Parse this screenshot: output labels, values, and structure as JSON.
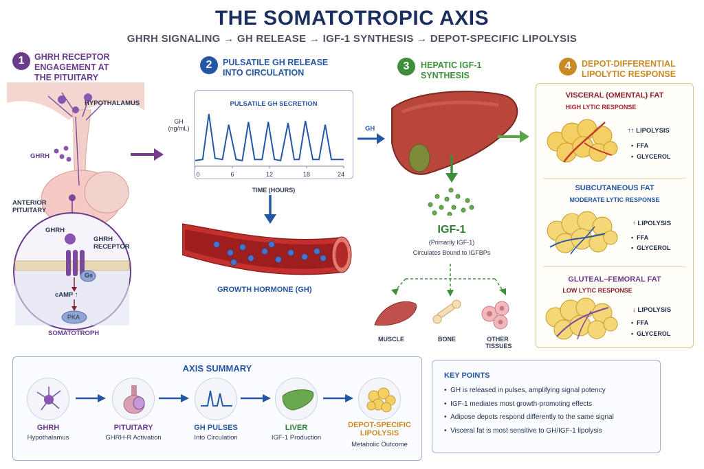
{
  "header": {
    "title": "THE SOMATOTROPIC AXIS",
    "subtitle": "GHRH SIGNALING → GH RELEASE → IGF-1 SYNTHESIS → DEPOT-SPECIFIC LIPOLYSIS"
  },
  "steps": [
    {
      "num": "1",
      "title_l1": "GHRH RECEPTOR",
      "title_l2": "ENGAGEMENT AT",
      "title_l3": "THE PITUITARY",
      "color": "#6a3a8c"
    },
    {
      "num": "2",
      "title_l1": "PULSATILE GH RELEASE",
      "title_l2": "INTO CIRCULATION",
      "color": "#2456a6"
    },
    {
      "num": "3",
      "title_l1": "HEPATIC IGF-1",
      "title_l2": "SYNTHESIS",
      "color": "#3f8f3a"
    },
    {
      "num": "4",
      "title_l1": "DEPOT-DIFFERENTIAL",
      "title_l2": "LIPOLYTIC RESPONSE",
      "color": "#c98a25"
    }
  ],
  "pituitary": {
    "hypothalamus": "HYPOTHALAMUS",
    "ghrh": "GHRH",
    "anterior_l1": "ANTERIOR",
    "anterior_l2": "PITUITARY",
    "inset_ghrh": "GHRH",
    "receptor_l1": "GHRH",
    "receptor_l2": "RECEPTOR",
    "gs": "Gs",
    "camp": "cAMP ↑",
    "pka": "PKA",
    "somatotroph": "SOMATOTROPH"
  },
  "gh_chart": {
    "title": "PULSATILE GH SECRETION",
    "ylabel_l1": "GH",
    "ylabel_l2": "(ng/mL)",
    "xlabel": "TIME (HOURS)",
    "xticks": [
      "0",
      "6",
      "12",
      "18",
      "24"
    ]
  },
  "chart_data": {
    "type": "line",
    "title": "PULSATILE GH SECRETION",
    "xlabel": "TIME (HOURS)",
    "ylabel": "GH (ng/mL)",
    "xlim": [
      0,
      24
    ],
    "xticks": [
      0,
      6,
      12,
      18,
      24
    ],
    "ylim": [
      0,
      1
    ],
    "grid": false,
    "series": [
      {
        "x": [
          0,
          1.2,
          2.2,
          3.2,
          4.4,
          5.4,
          6.6,
          7.6,
          8.6,
          9.6,
          10.8,
          11.8,
          12.8,
          13.8,
          15.0,
          16.0,
          16.8,
          17.8,
          19.0,
          20.0,
          21.0,
          22.0,
          23.0,
          24.0
        ],
        "values": [
          0.08,
          0.1,
          0.95,
          0.12,
          0.1,
          0.75,
          0.1,
          0.08,
          0.8,
          0.1,
          0.1,
          0.8,
          0.1,
          0.08,
          0.78,
          0.1,
          0.1,
          0.82,
          0.1,
          0.1,
          0.75,
          0.1,
          0.1,
          0.1
        ]
      }
    ]
  },
  "blood": {
    "label": "GROWTH HORMONE (GH)"
  },
  "liver": {
    "gh_arrow": "GH",
    "igf_title": "IGF-1",
    "igf_sub1": "(Primarily IGF-1)",
    "igf_sub2": "Circulates Bound to IGFBPs",
    "targets": [
      "MUSCLE",
      "BONE",
      "OTHER",
      "TISSUES"
    ]
  },
  "depots": [
    {
      "title": "VISCERAL (OMENTAL) FAT",
      "sub": "HIGH LYTIC RESPONSE",
      "arrow": "↑↑",
      "lip": "LIPOLYSIS",
      "b1": "FFA",
      "b2": "GLYCEROL",
      "title_color": "#8b1f2a",
      "sub_color": "#a8232f"
    },
    {
      "title": "SUBCUTANEOUS FAT",
      "sub": "MODERATE LYTIC RESPONSE",
      "arrow": "↑",
      "lip": "LIPOLYSIS",
      "b1": "FFA",
      "b2": "GLYCEROL",
      "title_color": "#2456a6",
      "sub_color": "#2456a6"
    },
    {
      "title": "GLUTEAL–FEMORAL FAT",
      "sub": "LOW LYTIC RESPONSE",
      "arrow": "↓",
      "lip": "LIPOLYSIS",
      "b1": "FFA",
      "b2": "GLYCEROL",
      "title_color": "#6a3a8c",
      "sub_color": "#8b1f2a"
    }
  ],
  "summary": {
    "title": "AXIS SUMMARY",
    "items": [
      {
        "name": "GHRH",
        "sub": "Hypothalamus",
        "color": "#6a3a8c"
      },
      {
        "name": "PITUITARY",
        "sub": "GHRH-R Activation",
        "color": "#6a3a8c"
      },
      {
        "name": "GH PULSES",
        "sub": "Into Circulation",
        "color": "#2456a6"
      },
      {
        "name": "LIVER",
        "sub": "IGF-1 Production",
        "color": "#2e7d32"
      },
      {
        "name": "DEPOT-SPECIFIC",
        "name2": "LIPOLYSIS",
        "sub": "Metabolic Outcome",
        "color": "#c98a25"
      }
    ]
  },
  "key_points": {
    "title": "KEY POINTS",
    "items": [
      "GH is released in pulses, amplifying signal potency",
      "IGF-1 mediates most growth-promoting effects",
      "Adipose depots respond differently to the same signal",
      "Visceral fat is most sensitive to GH/IGF-1 lipolysis"
    ]
  }
}
